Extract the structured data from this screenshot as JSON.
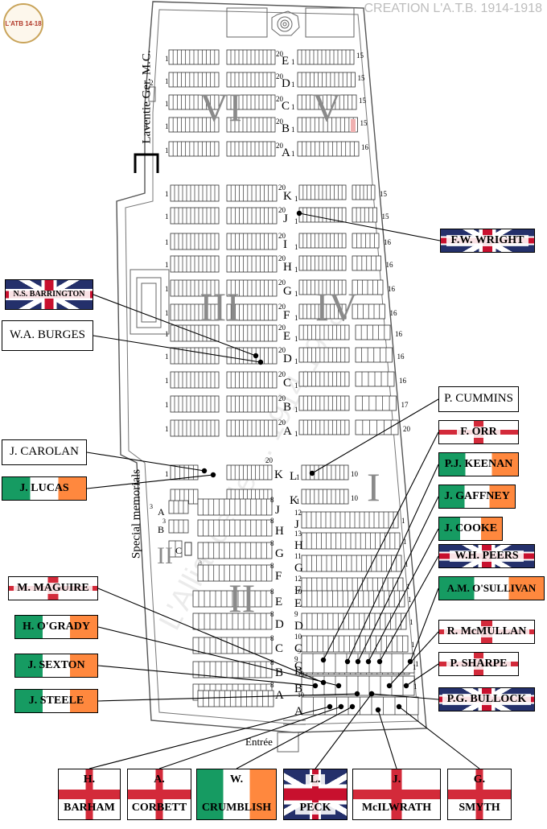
{
  "credit": "CREATION L'A.T.B. 1914-1918",
  "logo_text": "L'ATB 14-18",
  "watermark": "L'Alliance de ... 1914-1918",
  "cemetery_name": "Laventie Ger. M.C.",
  "special_memorials": "Special memorials",
  "entrance": "Entrée",
  "plots": [
    "VI",
    "V",
    "III",
    "IV",
    "I",
    "II",
    "II"
  ],
  "plot_a_letter": "a",
  "row_letters": {
    "upper": [
      "E",
      "D",
      "C",
      "B",
      "A"
    ],
    "middle": [
      "K",
      "J",
      "I",
      "H",
      "G",
      "F",
      "E",
      "D",
      "C",
      "B",
      "A"
    ],
    "plot1": [
      "L",
      "K",
      "J",
      "H",
      "G",
      "F",
      "E",
      "D",
      "C",
      "B",
      "A"
    ],
    "plot2": [
      "J",
      "H",
      "G",
      "F",
      "E",
      "D",
      "C",
      "B",
      "A"
    ],
    "special": [
      "A",
      "B",
      "C"
    ]
  },
  "row_numbers": {
    "one": "1",
    "two": "2",
    "three": "3",
    "eight": "8",
    "nine": "9",
    "ten": "10",
    "eleven": "11",
    "twelve": "12",
    "thirteen": "13",
    "fifteen": "15",
    "sixteen": "16",
    "seventeen": "17",
    "twenty": "20"
  },
  "labels": [
    {
      "id": "fw-wright",
      "name": "F.W. WRIGHT",
      "flag": "uk"
    },
    {
      "id": "ns-barrington",
      "name": "N.S. BARRINGTON",
      "flag": "uk"
    },
    {
      "id": "wa-burges",
      "name": "W.A. BURGES",
      "flag": "none"
    },
    {
      "id": "p-cummins",
      "name": "P. CUMMINS",
      "flag": "none"
    },
    {
      "id": "f-orr",
      "name": "F. ORR",
      "flag": "ni"
    },
    {
      "id": "j-carolan",
      "name": "J. CAROLAN",
      "flag": "none"
    },
    {
      "id": "pj-keenan",
      "name": "P.J. KEENAN",
      "flag": "ie"
    },
    {
      "id": "j-lucas",
      "name": "J. LUCAS",
      "flag": "ie"
    },
    {
      "id": "j-gaffney",
      "name": "J. GAFFNEY",
      "flag": "ie"
    },
    {
      "id": "j-cooke",
      "name": "J. COOKE",
      "flag": "ie"
    },
    {
      "id": "wh-peers",
      "name": "W.H. PEERS",
      "flag": "uk"
    },
    {
      "id": "m-maguire",
      "name": "M. MAGUIRE",
      "flag": "ni"
    },
    {
      "id": "am-osullivan",
      "name": "A.M. O'SULLIVAN",
      "flag": "ie"
    },
    {
      "id": "h-ogrady",
      "name": "H. O'GRADY",
      "flag": "ie"
    },
    {
      "id": "r-mcmullan",
      "name": "R. McMULLAN",
      "flag": "ni"
    },
    {
      "id": "j-sexton",
      "name": "J. SEXTON",
      "flag": "ie"
    },
    {
      "id": "p-sharpe",
      "name": "P. SHARPE",
      "flag": "ni"
    },
    {
      "id": "pg-bullock",
      "name": "P.G. BULLOCK",
      "flag": "uk"
    },
    {
      "id": "j-steele",
      "name": "J. STEELE",
      "flag": "ie"
    }
  ],
  "bottom_labels": [
    {
      "id": "h-barham",
      "first": "H.",
      "last": "BARHAM",
      "flag": "ni"
    },
    {
      "id": "a-corbett",
      "first": "A.",
      "last": "CORBETT",
      "flag": "ni"
    },
    {
      "id": "w-crumblish",
      "first": "W.",
      "last": "CRUMBLISH",
      "flag": "ie"
    },
    {
      "id": "l-peck",
      "first": "L.",
      "last": "PECK",
      "flag": "uk"
    },
    {
      "id": "j-mcilwrath",
      "first": "J.",
      "last": "McILWRATH",
      "flag": "ni"
    },
    {
      "id": "g-smyth",
      "first": "G.",
      "last": "SMYTH",
      "flag": "ni"
    }
  ]
}
